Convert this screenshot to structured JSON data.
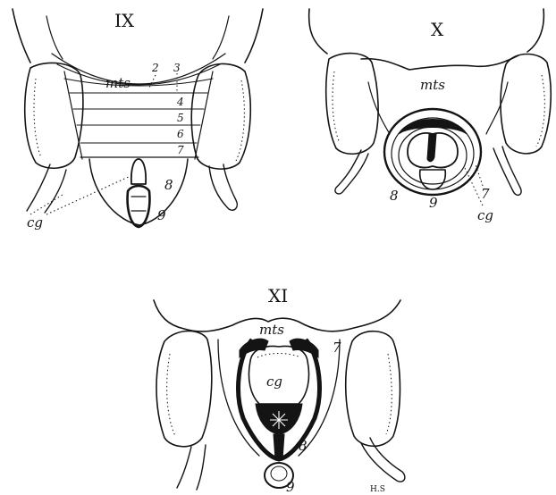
{
  "figures": [
    {
      "id": "IX",
      "numeral": "IX",
      "labels": {
        "mts": "mts",
        "s2": "2",
        "s3": "3",
        "s4": "4",
        "s5": "5",
        "s6": "6",
        "s7": "7",
        "s8": "8",
        "s9": "9",
        "cg": "cg"
      }
    },
    {
      "id": "X",
      "numeral": "X",
      "labels": {
        "mts": "mts",
        "s7": "7",
        "s8": "8",
        "s9": "9",
        "cg": "cg"
      }
    },
    {
      "id": "XI",
      "numeral": "XI",
      "labels": {
        "mts": "mts",
        "s7": "7",
        "cg": "cg",
        "s8": "8",
        "s9": "9"
      }
    }
  ],
  "signature": "H.S"
}
